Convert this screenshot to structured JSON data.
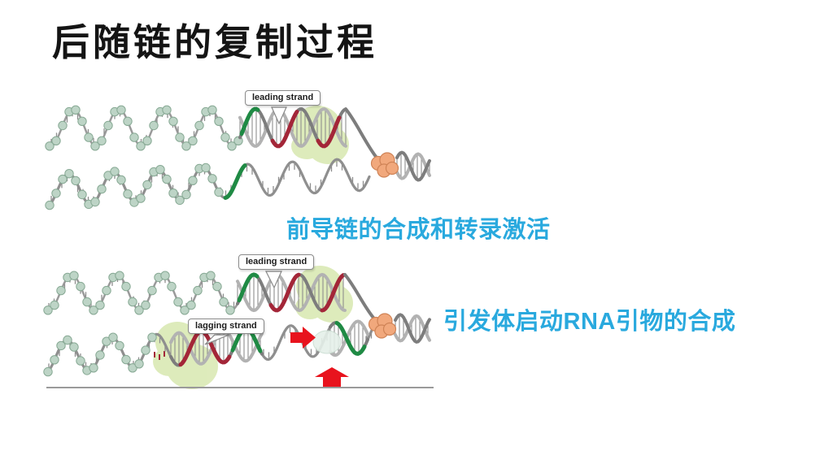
{
  "slide": {
    "title": "后随链的复制过程",
    "captions": {
      "leading_synthesis": "前导链的合成和转录激活",
      "primer_synthesis": "引发体启动RNA引物的合成"
    }
  },
  "diagram_labels": {
    "leading_1": "leading strand",
    "leading_2": "leading strand",
    "lagging": "lagging strand"
  },
  "colors": {
    "title": "#141414",
    "caption": "#29a9de",
    "bead_fill": "#bdd4c6",
    "bead_stroke": "#87a994",
    "strand_front": "#7d7d7d",
    "strand_back": "#b2b2b2",
    "strand_thin": "#9a9a9a",
    "tick": "#8e8e8e",
    "new_strand_red": "#a32638",
    "primer_green": "#1f8a44",
    "polymerase_blob": "#d8e8b0",
    "helicase_orange": "#f1a87c",
    "helicase_orange_stroke": "#cf8356",
    "primase_pale": "#e5f0e9",
    "primase_pale_stroke": "#c9ddd1",
    "arrow_red": "#e8131d",
    "label_border": "#8a8a8a",
    "baseline": "#9a9a9a"
  }
}
